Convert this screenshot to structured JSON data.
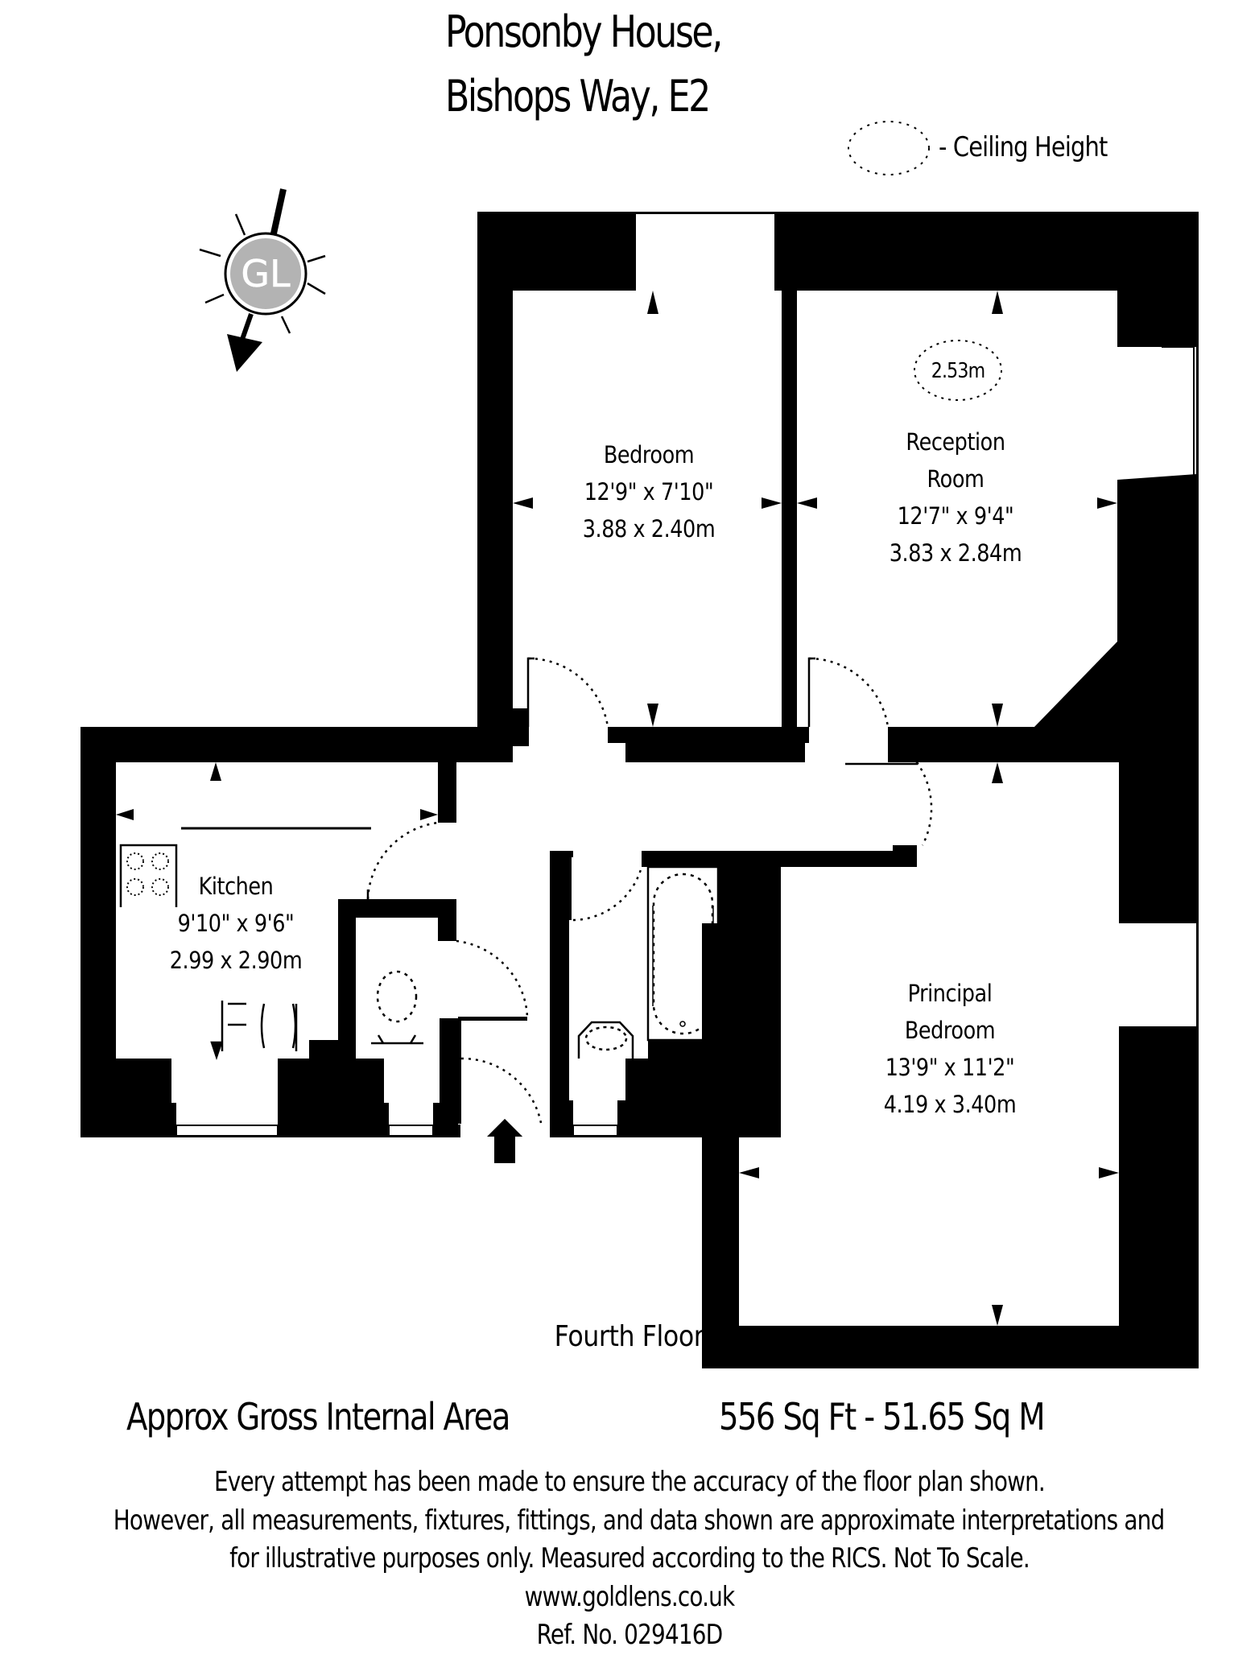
{
  "header": {
    "title_line1": "Ponsonby House,",
    "title_line2": "Bishops Way, E2"
  },
  "legend": {
    "icon": "dashed-ellipse-icon",
    "label": "- Ceiling Height"
  },
  "compass": {
    "icon": "compass-sun-icon",
    "logo_text": "GL",
    "logo_color": "#b3b3b3"
  },
  "rooms": [
    {
      "id": "bedroom",
      "name_lines": [
        "Bedroom"
      ],
      "dims_imperial": "12'9\" x 7'10\"",
      "dims_metric": "3.88 x 2.40m"
    },
    {
      "id": "reception",
      "name_lines": [
        "Reception",
        "Room"
      ],
      "dims_imperial": "12'7\" x 9'4\"",
      "dims_metric": "3.83 x 2.84m"
    },
    {
      "id": "kitchen",
      "name_lines": [
        "Kitchen"
      ],
      "dims_imperial": "9'10\" x 9'6\"",
      "dims_metric": "2.99 x 2.90m"
    },
    {
      "id": "principal-bedroom",
      "name_lines": [
        "Principal",
        "Bedroom"
      ],
      "dims_imperial": "13'9\" x 11'2\"",
      "dims_metric": "4.19 x 3.40m"
    }
  ],
  "ceiling_height": {
    "value": "2.53m"
  },
  "fixtures": [
    "hob-icon",
    "fridge-washer-icon",
    "toilet-icon",
    "bath-icon",
    "basin-icon",
    "entrance-arrow-icon"
  ],
  "floor": {
    "name": "Fourth Floor"
  },
  "area": {
    "label": "Approx Gross Internal Area",
    "value": "556 Sq Ft  - 51.65 Sq M"
  },
  "disclaimer": {
    "lines": [
      "Every attempt has been made to ensure the accuracy of the floor plan shown.",
      "However, all measurements, fixtures, fittings, and data shown are approximate interpretations and",
      "for illustrative purposes only. Measured according to the RICS. Not To Scale."
    ],
    "website": "www.goldlens.co.uk",
    "ref": "Ref. No. 029416D"
  },
  "colors": {
    "wall": "#000000",
    "background": "#ffffff",
    "logo_grey": "#b3b3b3"
  }
}
